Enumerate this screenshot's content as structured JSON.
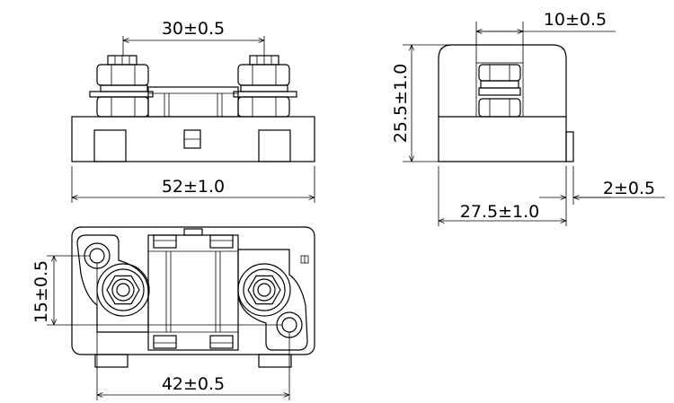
{
  "dimensions": {
    "front_stud_spacing": "30±0.5",
    "front_width": "52±1.0",
    "side_top_width": "10±0.5",
    "side_height": "25.5±1.0",
    "side_depth": "27.5±1.0",
    "side_step": "2±0.5",
    "top_hole_offset": "15±0.5",
    "top_hole_spacing": "42±0.5"
  }
}
